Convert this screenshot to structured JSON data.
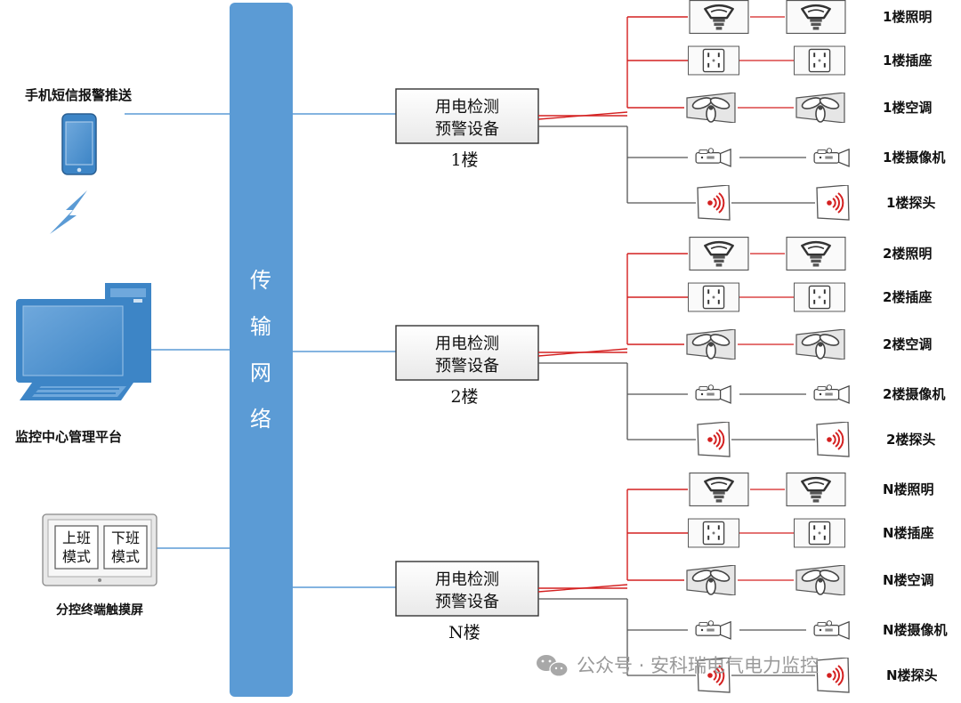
{
  "left_panel": {
    "phone_label": "手机短信报警推送",
    "pc_label": "监控中心管理平台",
    "touch_label": "分控终端触摸屏",
    "touch_btn_on": [
      "上班",
      "模式"
    ],
    "touch_btn_off": [
      "下班",
      "模式"
    ]
  },
  "bus": {
    "label": [
      "传",
      "输",
      "网",
      "络"
    ],
    "color": "#5b9bd5"
  },
  "device": {
    "line1": "用电检测",
    "line2": "预警设备"
  },
  "floors": [
    {
      "floor_label": "1楼",
      "terminals": [
        {
          "label": "1楼照明",
          "icon": "lightbulb-icon"
        },
        {
          "label": "1楼插座",
          "icon": "socket-icon"
        },
        {
          "label": "1楼空调",
          "icon": "fan-icon"
        },
        {
          "label": "1楼摄像机",
          "icon": "camera-icon"
        },
        {
          "label": "1楼探头",
          "icon": "sensor-icon"
        }
      ]
    },
    {
      "floor_label": "2楼",
      "terminals": [
        {
          "label": "2楼照明",
          "icon": "lightbulb-icon"
        },
        {
          "label": "2楼插座",
          "icon": "socket-icon"
        },
        {
          "label": "2楼空调",
          "icon": "fan-icon"
        },
        {
          "label": "2楼摄像机",
          "icon": "camera-icon"
        },
        {
          "label": "2楼探头",
          "icon": "sensor-icon"
        }
      ]
    },
    {
      "floor_label": "N楼",
      "terminals": [
        {
          "label": "N楼照明",
          "icon": "lightbulb-icon"
        },
        {
          "label": "N楼插座",
          "icon": "socket-icon"
        },
        {
          "label": "N楼空调",
          "icon": "fan-icon"
        },
        {
          "label": "N楼摄像机",
          "icon": "camera-icon"
        },
        {
          "label": "N楼探头",
          "icon": "sensor-icon"
        }
      ]
    }
  ],
  "watermark": "公众号 · 安科瑞电气电力监控",
  "colors": {
    "power_line": "#d42020",
    "signal_line": "#555555",
    "network_line": "#5b9bd5"
  }
}
